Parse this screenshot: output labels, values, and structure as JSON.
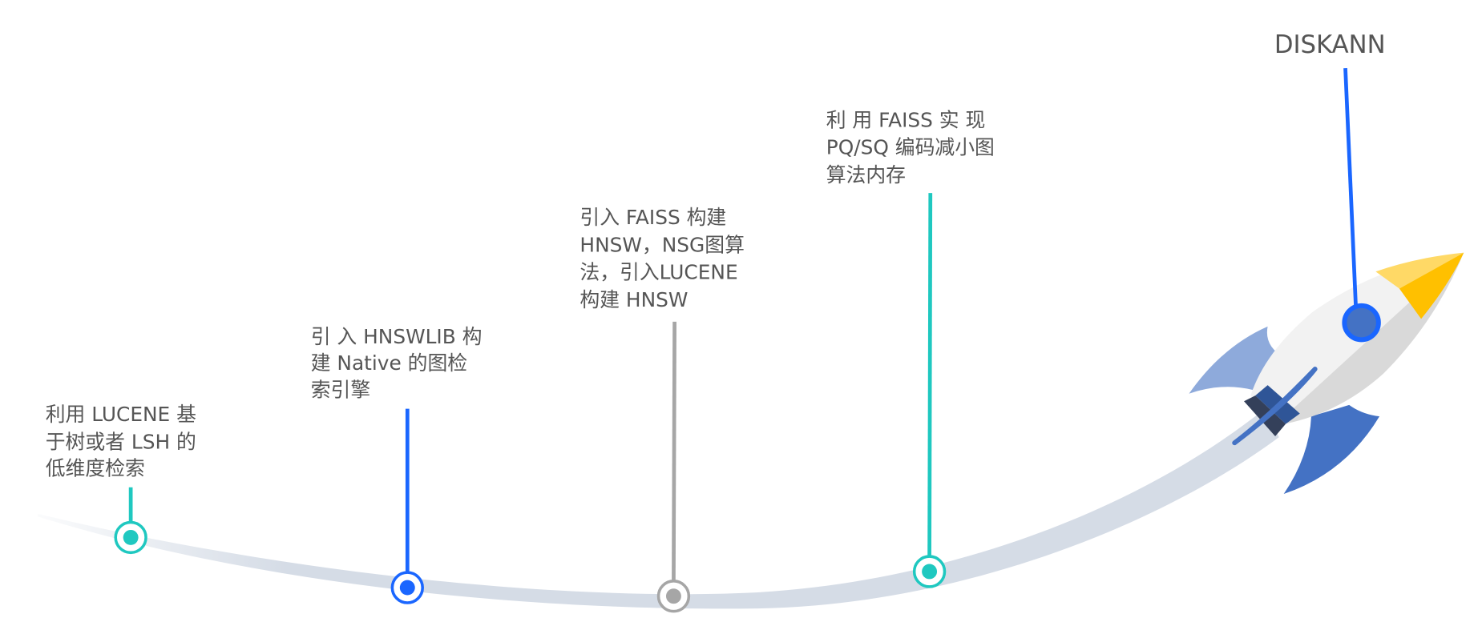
{
  "milestones": [
    {
      "lines": [
        "利用 LUCENE 基",
        "于树或者 LSH 的",
        "低维度检索"
      ],
      "color": "#1fc8c0"
    },
    {
      "lines": [
        "引 入 HNSWLIB 构",
        "建  Native  的图检",
        "索引擎"
      ],
      "color": "#1a66ff"
    },
    {
      "lines": [
        "引入  FAISS  构建",
        "HNSW，NSG图算",
        "法，引入LUCENE",
        "构建 HNSW"
      ],
      "color": "#a6a6a6"
    },
    {
      "lines": [
        "利 用 FAISS 实 现",
        "PQ/SQ  编码减小图",
        "算法内存"
      ],
      "color": "#1fc8c0"
    }
  ],
  "final": {
    "label": "DISKANN",
    "color": "#1a66ff"
  },
  "colors": {
    "trail": "#d5dce6",
    "text": "#555555",
    "nose": "#ffc000",
    "fin_light": "#8eaadb",
    "fin_dark": "#4472c4"
  }
}
